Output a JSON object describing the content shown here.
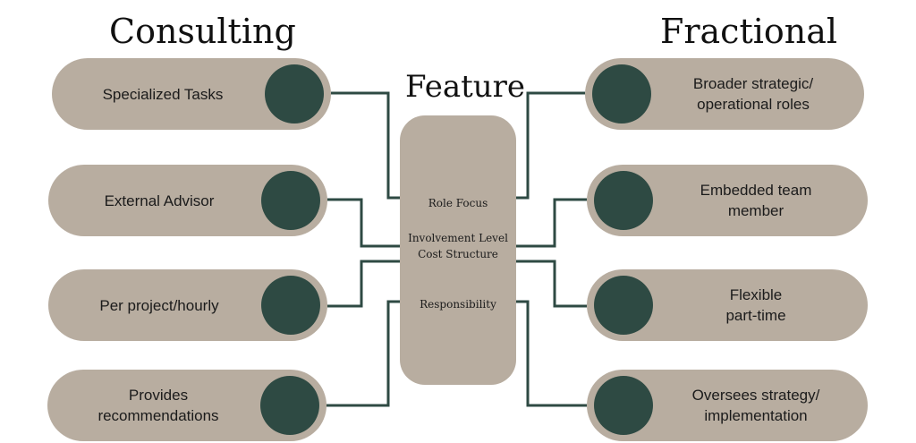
{
  "headings": {
    "consulting": "Consulting",
    "fractional": "Fractional",
    "feature": "Feature"
  },
  "features": [
    "Role Focus",
    "Involvement Level",
    "Cost Structure",
    "Responsibility"
  ],
  "consulting": [
    "Specialized Tasks",
    "External Advisor",
    "Per project/hourly",
    "Provides\nrecommendations"
  ],
  "fractional": [
    "Broader strategic/\noperational roles",
    "Embedded team\nmember",
    "Flexible\npart-time",
    "Oversees strategy/\nimplementation"
  ],
  "colors": {
    "pill": "#b8ada0",
    "dot": "#2e4a43",
    "connector": "#2e4a43"
  }
}
